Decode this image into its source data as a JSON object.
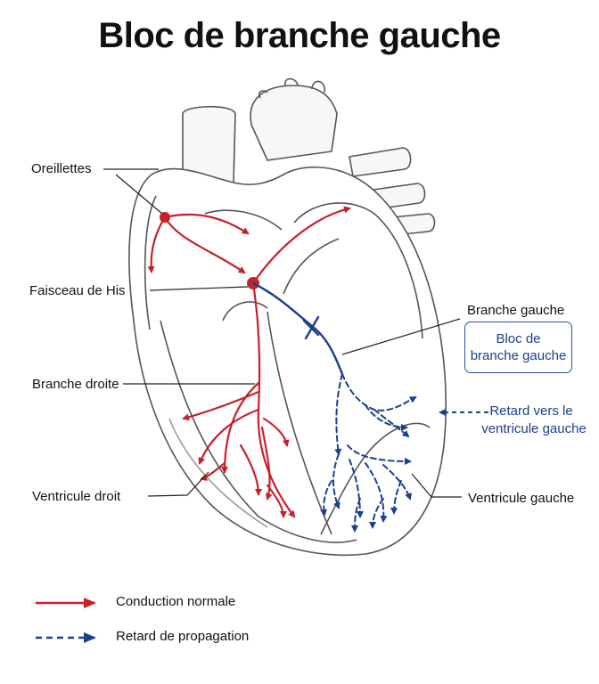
{
  "title": "Bloc de branche gauche",
  "labels": {
    "oreillettes": "Oreillettes",
    "faisceau": "Faisceau de His",
    "branche_droite": "Branche droite",
    "ventricule_droit": "Ventricule droit",
    "branche_gauche": "Branche gauche",
    "ventricule_gauche": "Ventricule gauche",
    "retard_line1": "Retard vers le",
    "retard_line2": "ventricule gauche"
  },
  "callout_box": {
    "line1": "Bloc de",
    "line2": "branche gauche"
  },
  "legend": {
    "normal": "Conduction normale",
    "delay": "Retard de propagation"
  },
  "colors": {
    "normal_conduction": "#c8202a",
    "delayed_conduction": "#1b3f8f",
    "outline": "#555555"
  }
}
